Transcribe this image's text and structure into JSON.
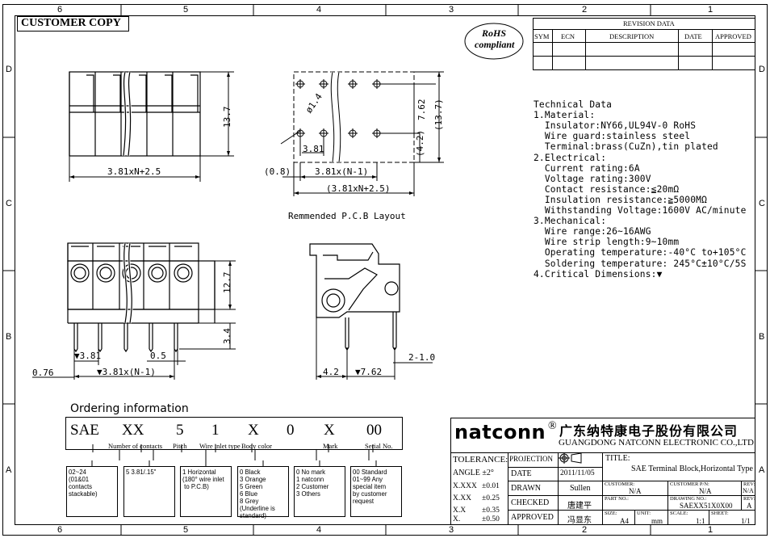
{
  "zones": {
    "columns": [
      "6",
      "5",
      "4",
      "3",
      "2",
      "1"
    ],
    "rows": [
      "D",
      "C",
      "B",
      "A"
    ]
  },
  "customer_copy": "CUSTOMER COPY",
  "rohs": {
    "line1": "RoHS",
    "line2": "compliant"
  },
  "revision": {
    "title": "REVISION DATA",
    "headers": [
      "SYM",
      "ECN",
      "DESCRIPTION",
      "DATE",
      "APPROVED"
    ]
  },
  "tech_data": [
    "Technical Data",
    "1.Material:",
    "  Insulator:NY66,UL94V-0 RoHS",
    "  Wire guard:stainless steel",
    "  Terminal:brass(CuZn),tin plated",
    "2.Electrical:",
    "  Current rating:6A",
    "  Voltage rating:300V",
    "  Contact resistance:≦20mΩ",
    "  Insulation resistance:≧5000MΩ",
    "  Withstanding Voltage:1600V AC/minute",
    "3.Mechanical:",
    "  Wire range:26~16AWG",
    "  Wire strip length:9~10mm",
    "  Operating temperature:-40°C to+105°C",
    "  Soldering temperature: 245°C±10°C/5S",
    "4.Critical Dimensions:▼"
  ],
  "dims": {
    "top_height": "13.7",
    "top_width": "3.81xN+2.5",
    "pcb_dia": "ø1.4",
    "pcb_762": "7.62",
    "pcb_137": "(13.7)",
    "pcb_42": "(4.2)",
    "pcb_381": "3.81",
    "pcb_08": "(0.8)",
    "pcb_381n1": "3.81x(N-1)",
    "pcb_total": "(3.81xN+2.5)",
    "pcb_caption": "Remmended P.C.B Layout",
    "front_127": "12.7",
    "front_34": "3.4",
    "front_381": "▼3.81",
    "front_05": "0.5",
    "front_076": "0.76",
    "front_381n1": "▼3.81x(N-1)",
    "side_42": "4.2",
    "side_762": "▼7.62",
    "side_2": "2-1.0"
  },
  "ordering": {
    "title": "Ordering information",
    "codes": [
      "SAE",
      "XX",
      "5",
      "1",
      "X",
      "0",
      "X",
      "00"
    ],
    "labels": [
      "Number of contacts",
      "Pitch",
      "Wire inlet type",
      "Body color",
      "Mark",
      "Serial No."
    ],
    "options": [
      "02~24\n(01&01\ncontacts\nstackable)",
      "5 3.81/.15\"",
      "1 Horizontal\n(180° wire inlet\n to P.C.B)",
      "0 Black\n3 Orange\n5 Green\n6 Blue\n8 Grey\n(Underline is\nstandard)",
      "0 No mark\n1 natconn\n2 Customer\n3 Others",
      "00 Standard\n01~99 Any\nspecial item\nby customer\nrequest"
    ]
  },
  "company": {
    "brand": "natconn",
    "reg": "®",
    "cn_name": "广东纳特康电子股份有限公司",
    "en_name": "GUANGDONG NATCONN ELECTRONIC CO.,LTD"
  },
  "titleblock": {
    "tolerance": "TOLERANCE:",
    "angle": "ANGLE ±2°",
    "tol_rows": [
      [
        "X.XXX",
        "±0.01"
      ],
      [
        "X.XX",
        "±0.25"
      ],
      [
        "X.X",
        "±0.35"
      ],
      [
        "X.",
        "±0.50"
      ]
    ],
    "projection": "PROJECTION",
    "date_label": "DATE",
    "date_value": "2011/11/05",
    "drawn_label": "DRAWN",
    "drawn_value": "Sullen",
    "checked_label": "CHECKED",
    "checked_value": "唐建平",
    "approved_label": "APPROVED",
    "approved_value": "冯显东",
    "title_label": "TITLE:",
    "title_value": "SAE  Terminal Block,Horizontal Type",
    "customer_label": "CUSTOMER:",
    "customer_value": "N/A",
    "customer_pn_label": "CUSTOMER P/N:",
    "customer_pn_value": "N/A",
    "rev_label": "REV:",
    "rev_value1": "N/A",
    "part_no_label": "PART NO.:",
    "drawing_no_label": "DRAWING NO.:",
    "drawing_no_value": "SAEXX51X0X00",
    "rev_value2": "A",
    "size_label": "SIZE:",
    "size_value": "A4",
    "unit_label": "UNIT:",
    "unit_value": "mm",
    "scale_label": "SCALE:",
    "scale_value": "1:1",
    "sheet_label": "SHEET:",
    "sheet_value": "1/1"
  }
}
